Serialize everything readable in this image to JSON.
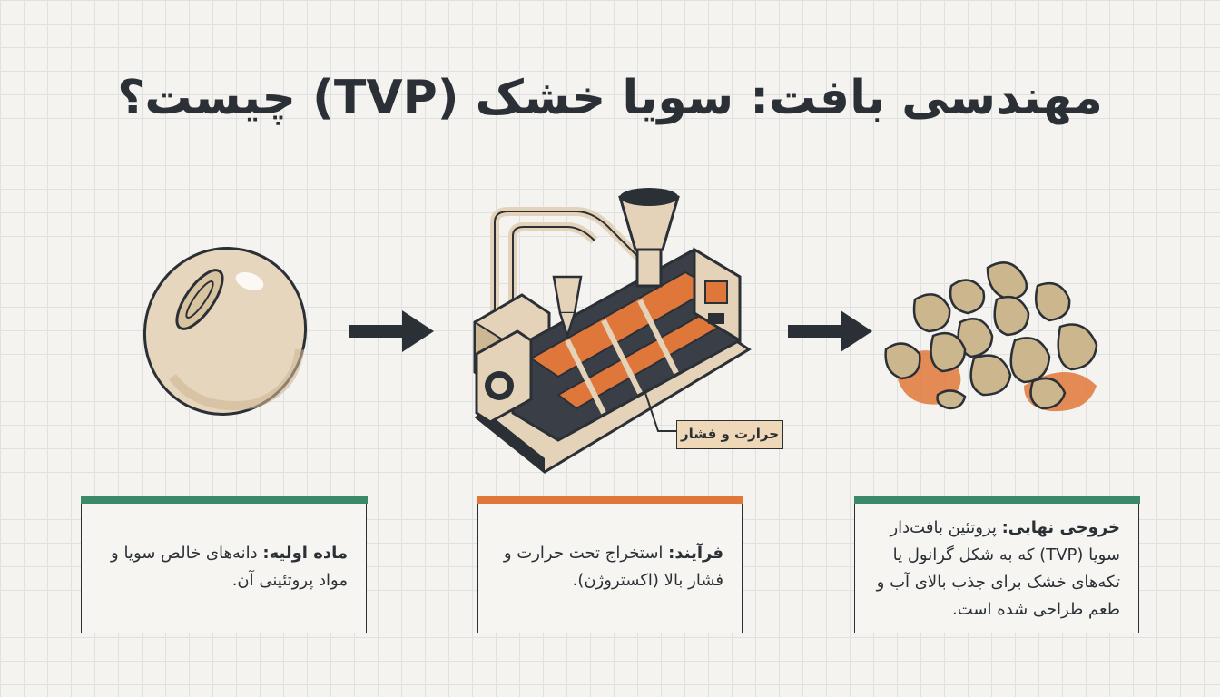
{
  "title": "مهندسی بافت: سویا خشک (TVP) چیست؟",
  "machine_tag": "حرارت و فشار",
  "cards": [
    {
      "heading": "ماده اولیه:",
      "body": " دانه‌های خالص سویا و مواد پروتئینی آن.",
      "color": "#3a8a6a"
    },
    {
      "heading": "فرآیند:",
      "body": " استخراج تحت حرارت و فشار بالا (اکستروژن).",
      "color": "#e0773a"
    },
    {
      "heading": "خروجی نهایی:",
      "body": " پروتئین بافت‌دار سویا (TVP) که به شکل گرانول یا تکه‌های خشک برای جذب بالای آب و طعم طراحی شده است.",
      "color": "#3a8a6a"
    }
  ],
  "colors": {
    "ink": "#2b2f36",
    "orange": "#e0773a",
    "green": "#3a8a6a",
    "tan": "#e4d3b8",
    "bean": "#e6d6bd"
  },
  "icons": [
    "soybean-icon",
    "arrow-right-icon",
    "extruder-machine-icon",
    "tvp-chunks-icon"
  ]
}
